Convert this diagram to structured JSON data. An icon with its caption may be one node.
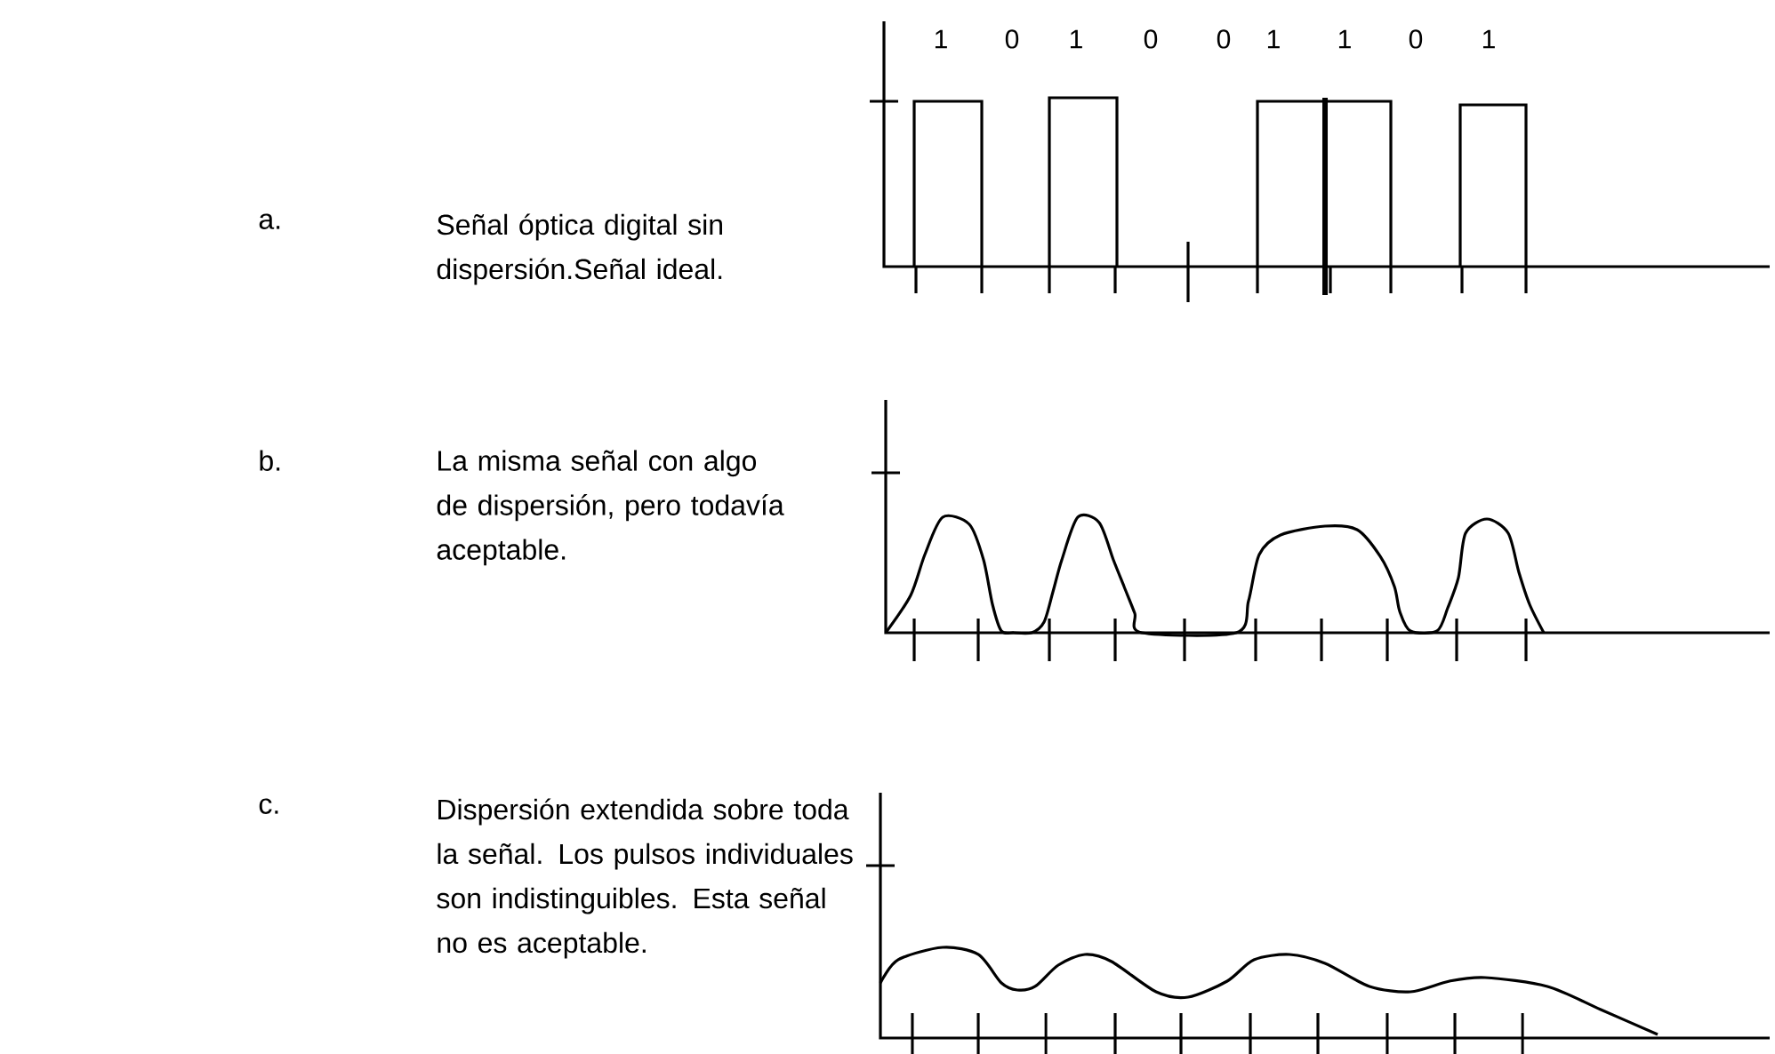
{
  "diagram": {
    "labels": [
      "1",
      "0",
      "1",
      "0",
      "0",
      "1",
      "1",
      "0",
      "1",
      "a.",
      "Señal óptica digital sin dispersión.Señal ideal.",
      "b.",
      "La misma señal con algo de dispersión, pero todavía aceptable.",
      "c.",
      "Dispersión extendida sobre toda la señal. Los pulsos individuales son indistinguibles. Esta señal no es aceptable."
    ]
  }
}
